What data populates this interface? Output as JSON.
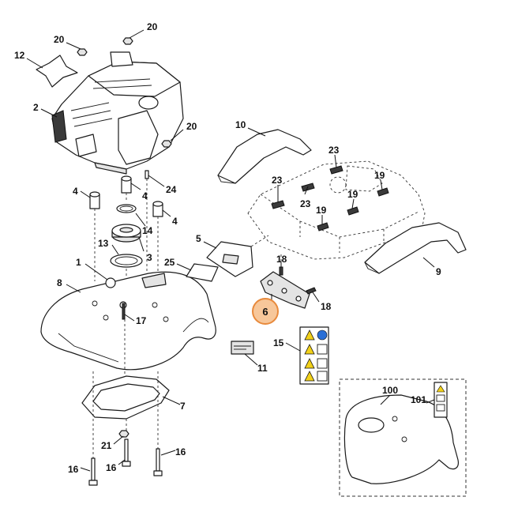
{
  "diagram": {
    "callouts": [
      {
        "id": "c20a",
        "label": "20"
      },
      {
        "id": "c20b",
        "label": "20"
      },
      {
        "id": "c20c",
        "label": "20"
      },
      {
        "id": "c12",
        "label": "12"
      },
      {
        "id": "c2",
        "label": "2"
      },
      {
        "id": "c10",
        "label": "10"
      },
      {
        "id": "c23a",
        "label": "23"
      },
      {
        "id": "c23b",
        "label": "23"
      },
      {
        "id": "c23c",
        "label": "23"
      },
      {
        "id": "c19a",
        "label": "19"
      },
      {
        "id": "c19b",
        "label": "19"
      },
      {
        "id": "c19c",
        "label": "19"
      },
      {
        "id": "c24",
        "label": "24"
      },
      {
        "id": "c4a",
        "label": "4"
      },
      {
        "id": "c4b",
        "label": "4"
      },
      {
        "id": "c4c",
        "label": "4"
      },
      {
        "id": "c14",
        "label": "14"
      },
      {
        "id": "c13",
        "label": "13"
      },
      {
        "id": "c3",
        "label": "3"
      },
      {
        "id": "c5",
        "label": "5"
      },
      {
        "id": "c9",
        "label": "9"
      },
      {
        "id": "c1",
        "label": "1"
      },
      {
        "id": "c25",
        "label": "25"
      },
      {
        "id": "c18a",
        "label": "18"
      },
      {
        "id": "c18b",
        "label": "18"
      },
      {
        "id": "c8",
        "label": "8"
      },
      {
        "id": "c17",
        "label": "17"
      },
      {
        "id": "c15",
        "label": "15"
      },
      {
        "id": "c11",
        "label": "11"
      },
      {
        "id": "c7",
        "label": "7"
      },
      {
        "id": "c21",
        "label": "21"
      },
      {
        "id": "c16a",
        "label": "16"
      },
      {
        "id": "c16b",
        "label": "16"
      },
      {
        "id": "c16c",
        "label": "16"
      },
      {
        "id": "c100",
        "label": "100"
      },
      {
        "id": "c101",
        "label": "101"
      }
    ],
    "highlighted_callout": {
      "label": "6",
      "accent_fill": "#f7c79a",
      "accent_stroke": "#e88a3c"
    },
    "warning_color": "#f2d11a",
    "info_color": "#2a6fd6"
  }
}
